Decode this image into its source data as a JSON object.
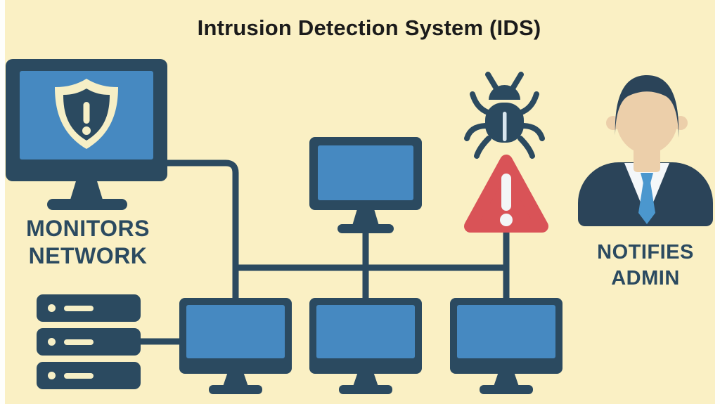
{
  "title": "Intrusion Detection System (IDS)",
  "left_label": {
    "line1": "MONITORS",
    "line2": "NETWORK"
  },
  "right_label": {
    "line1": "NOTIFIES",
    "line2": "ADMIN"
  },
  "icons": [
    "ids-monitor-icon",
    "shield-alert-icon",
    "server-rack-icon",
    "network-monitor-icon",
    "workstation-icon",
    "bug-icon",
    "warning-triangle-icon",
    "admin-person-icon",
    "network-connection-lines"
  ],
  "colors": {
    "background": "#FAF0C4",
    "edge_white": "#FEFEFB",
    "ink_navy": "#2B4A60",
    "suit_navy": "#2B4459",
    "screen_blue": "#4689C1",
    "cream": "#F6EFC6",
    "alert_red": "#D95357",
    "alert_white": "#F3F6F7",
    "skin": "#ECCFAA",
    "shirt_white": "#F4F7F9",
    "tie_blue": "#4B97CE",
    "bug_stripe": "#D8E6EF",
    "label_navy": "#2B4A60",
    "title_ink": "#1B1B1B"
  }
}
